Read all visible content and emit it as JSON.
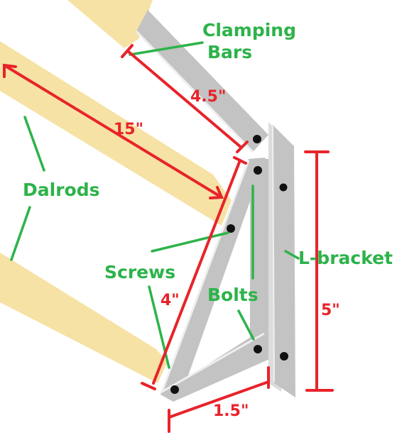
{
  "labels": {
    "clamping_line1": "Clamping",
    "clamping_line2": "Bars",
    "dalrods": "Dalrods",
    "screws": "Screws",
    "bolts": "Bolts",
    "l_bracket": "L-bracket"
  },
  "dimensions": {
    "clamp_length": "4.5\"",
    "rod_length": "15\"",
    "diagonal_length": "4\"",
    "bracket_height": "5\"",
    "base_width": "1.5\""
  },
  "colors": {
    "rod": "#f6e2a4",
    "metal": "#c3c3c3",
    "metal_edge": "#efefef",
    "bolt": "#111111",
    "label_green": "#2db34a",
    "dimension_red": "#e8232a",
    "background": "#ffffff"
  }
}
